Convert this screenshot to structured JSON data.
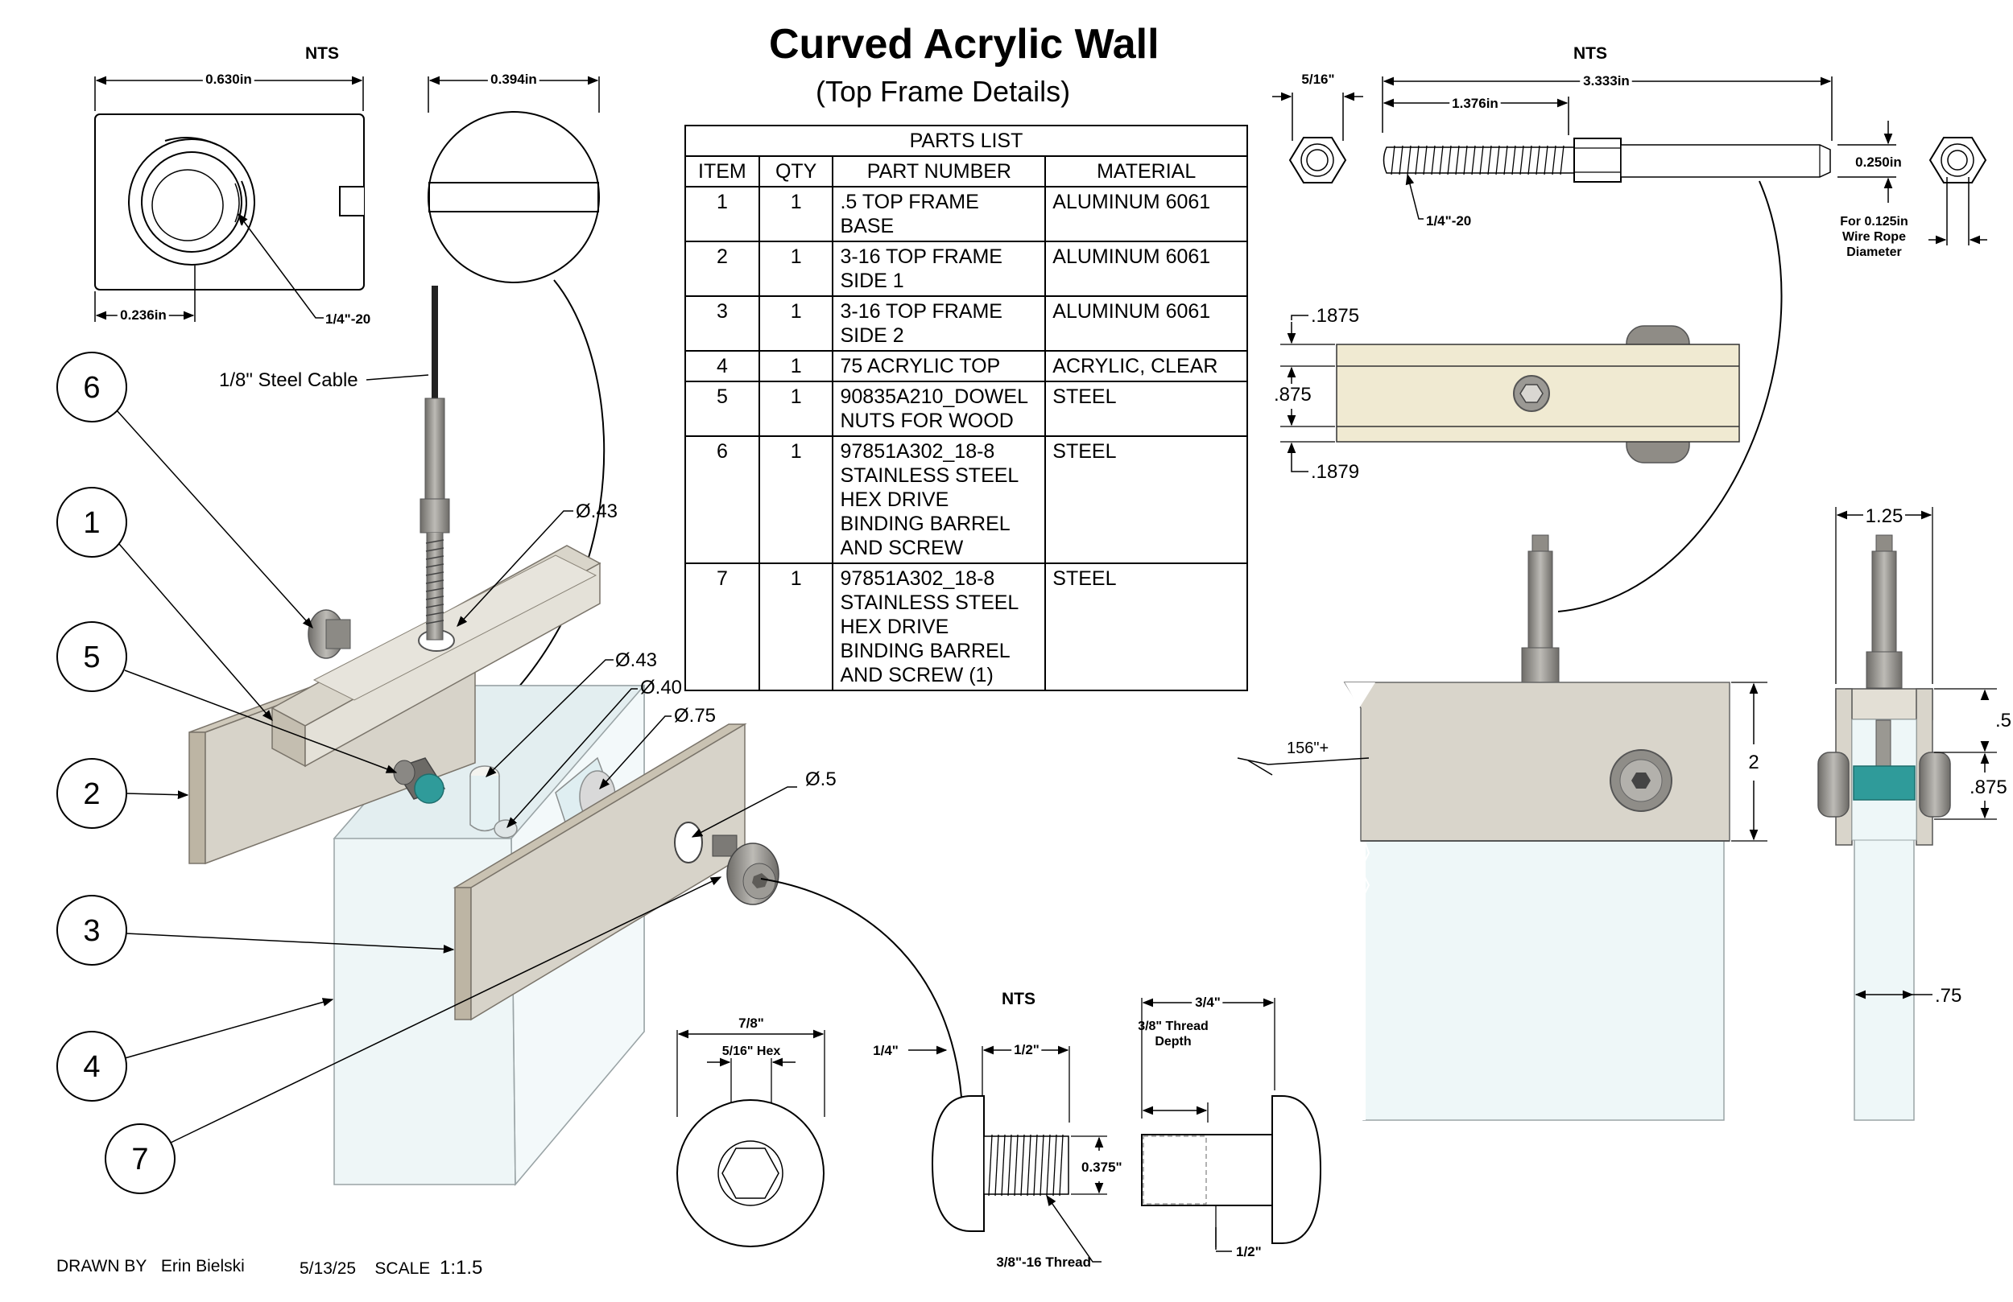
{
  "title": "Curved Acrylic Wall",
  "subtitle": "(Top Frame Details)",
  "parts_list": {
    "title": "PARTS LIST",
    "headers": [
      "ITEM",
      "QTY",
      "PART NUMBER",
      "MATERIAL"
    ],
    "rows": [
      {
        "item": "1",
        "qty": "1",
        "part": ".5 TOP FRAME BASE",
        "material": "ALUMINUM 6061"
      },
      {
        "item": "2",
        "qty": "1",
        "part": "3-16 TOP FRAME SIDE 1",
        "material": "ALUMINUM 6061"
      },
      {
        "item": "3",
        "qty": "1",
        "part": "3-16 TOP FRAME SIDE 2",
        "material": "ALUMINUM 6061"
      },
      {
        "item": "4",
        "qty": "1",
        "part": "75 ACRYLIC TOP",
        "material": "ACRYLIC, CLEAR"
      },
      {
        "item": "5",
        "qty": "1",
        "part": "90835A210_DOWEL NUTS FOR WOOD",
        "material": "STEEL"
      },
      {
        "item": "6",
        "qty": "1",
        "part": "97851A302_18-8 STAINLESS STEEL HEX DRIVE BINDING BARREL AND SCREW",
        "material": "STEEL"
      },
      {
        "item": "7",
        "qty": "1",
        "part": "97851A302_18-8 STAINLESS STEEL HEX DRIVE BINDING BARREL AND SCREW (1)",
        "material": "STEEL"
      }
    ]
  },
  "balloons": [
    "6",
    "1",
    "5",
    "2",
    "3",
    "4",
    "7"
  ],
  "dowel_nut": {
    "nts": "NTS",
    "width": "0.630in",
    "diameter": "0.394in",
    "offset": "0.236in",
    "thread": "1/4\"-20"
  },
  "cable_fitting": {
    "nts": "NTS",
    "hex": "5/16\"",
    "overall": "3.333in",
    "thread_length": "1.376in",
    "thread": "1/4\"-20",
    "shank": "0.250in",
    "note": "For 0.125in Wire Rope Diameter"
  },
  "iso_labels": {
    "cable": "1/8\" Steel Cable",
    "d43_top": "Ø.43",
    "d43": "Ø.43",
    "d40": "Ø.40",
    "d75": "Ø.75",
    "d5": "Ø.5"
  },
  "top_view": {
    "top": ".1875",
    "mid": ".875",
    "bottom": ".1879"
  },
  "side_view": {
    "radius": "156\"+",
    "height": "2"
  },
  "end_view": {
    "width": "1.25",
    "top": ".5",
    "mid": ".875",
    "acrylic": ".75"
  },
  "screw_detail": {
    "nts": "NTS",
    "head_dia": "7/8\"",
    "hex": "5/16\" Hex",
    "head_height": "1/4\"",
    "thread_length": "1/2\"",
    "thread_dia": "0.375\"",
    "thread": "3/8\"-16 Thread",
    "barrel_length": "3/4\"",
    "thread_depth": "3/8\" Thread Depth",
    "barrel_shank": "1/2\""
  },
  "footer": {
    "drawn_by_label": "DRAWN BY",
    "drawn_by": "Erin Bielski",
    "date": "5/13/25",
    "scale_label": "SCALE",
    "scale": "1:1.5"
  },
  "colors": {
    "aluminum": "#d6d2c7",
    "aluminum_edge": "#b8b1a0",
    "acrylic": "#e8f4f6",
    "steel": "#9a9892",
    "teal": "#2f9b9a",
    "cream": "#eee8d0"
  }
}
